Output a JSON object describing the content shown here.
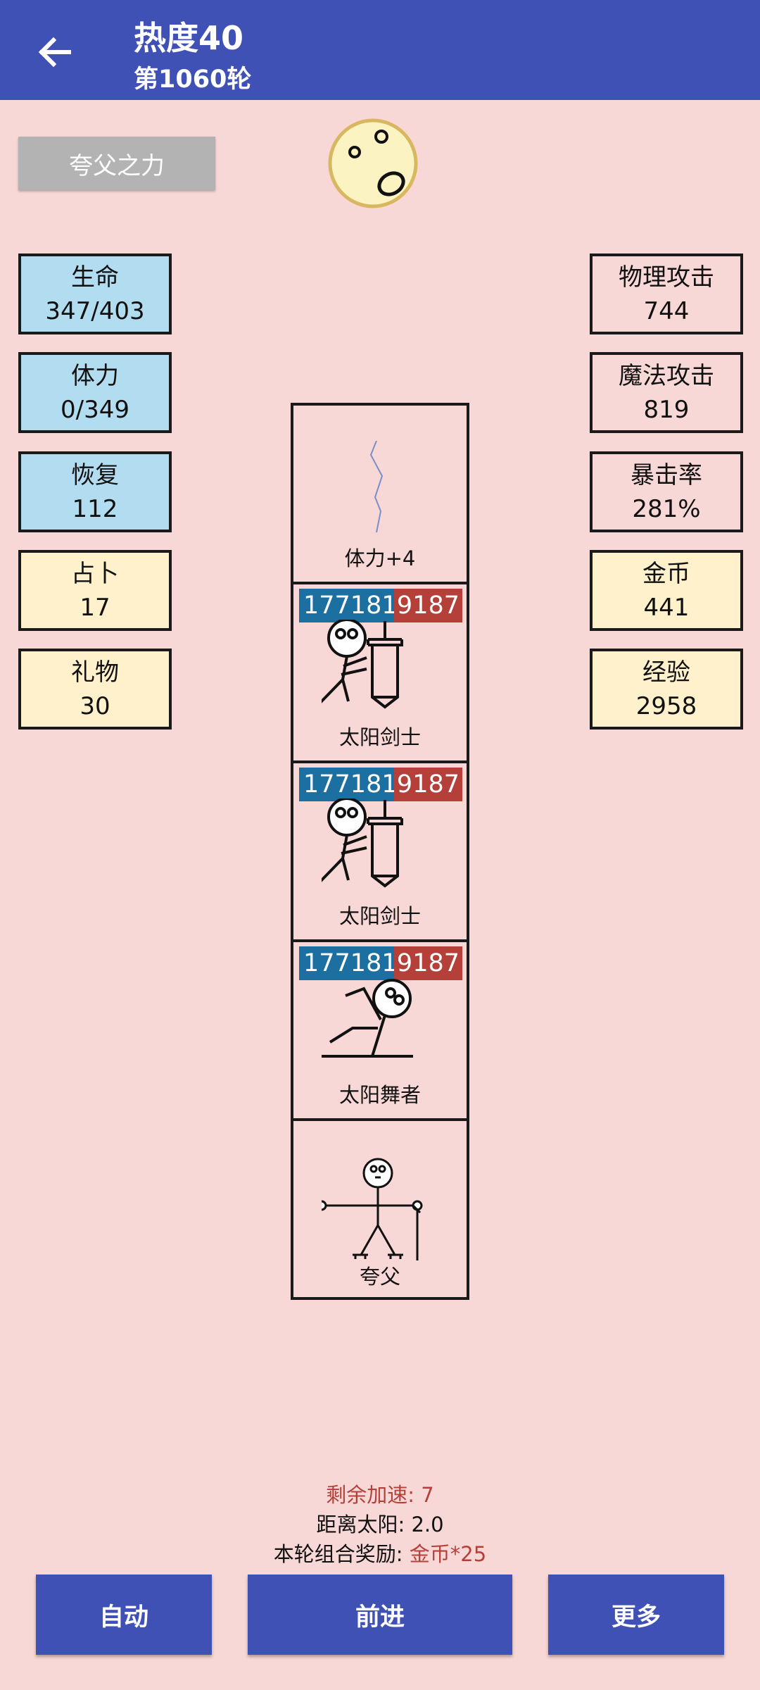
{
  "header": {
    "title": "热度40",
    "subtitle": "第1060轮"
  },
  "skill_button": "夸父之力",
  "left_stats": [
    {
      "label": "生命",
      "value": "347/403"
    },
    {
      "label": "体力",
      "value": "0/349"
    },
    {
      "label": "恢复",
      "value": "112"
    },
    {
      "label": "占卜",
      "value": "17"
    },
    {
      "label": "礼物",
      "value": "30"
    }
  ],
  "right_stats": [
    {
      "label": "物理攻击",
      "value": "744"
    },
    {
      "label": "魔法攻击",
      "value": "819"
    },
    {
      "label": "暴击率",
      "value": "281%"
    },
    {
      "label": "金币",
      "value": "441"
    },
    {
      "label": "经验",
      "value": "2958"
    }
  ],
  "column": {
    "item": {
      "label": "体力+4",
      "icon": "lightning-icon"
    },
    "enemies": [
      {
        "name": "太阳剑士",
        "hp": "177181",
        "attack": "9187",
        "icon": "sword-warrior-icon"
      },
      {
        "name": "太阳剑士",
        "hp": "177181",
        "attack": "9187",
        "icon": "sword-warrior-icon"
      },
      {
        "name": "太阳舞者",
        "hp": "177181",
        "attack": "9187",
        "icon": "dancer-icon"
      }
    ],
    "player": {
      "name": "夸父",
      "icon": "kuafu-icon"
    }
  },
  "info": {
    "boost_label": "剩余加速:",
    "boost_value": "7",
    "distance_label": "距离太阳:",
    "distance_value": "2.0",
    "reward_label": "本轮组合奖励:",
    "reward_value": "金币*25"
  },
  "buttons": {
    "auto": "自动",
    "forward": "前进",
    "more": "更多"
  },
  "colors": {
    "primary": "#3f51b5",
    "background": "#f8d8d6",
    "hp_badge": "#1b6fa1",
    "attack_badge": "#b5403a"
  }
}
